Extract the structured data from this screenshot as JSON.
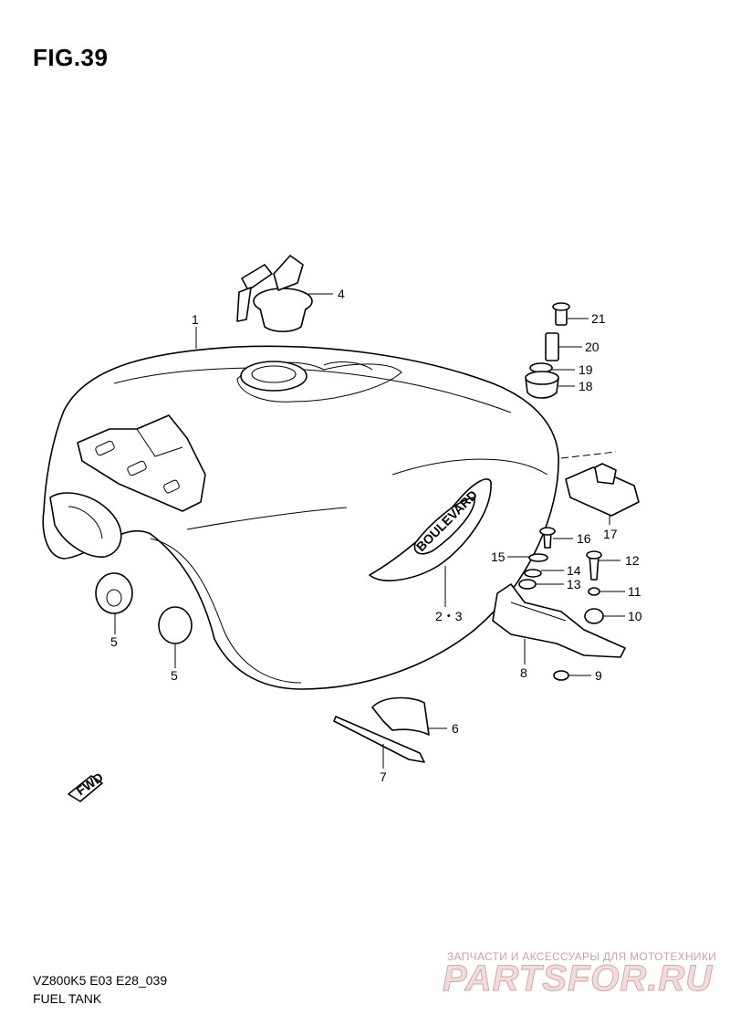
{
  "figure": {
    "title": "FIG.39",
    "code": "VZ800K5 E03 E28_039",
    "caption": "FUEL TANK"
  },
  "tank_emblem": "BOULEVARD",
  "fwd_label": "FWD",
  "callouts": [
    {
      "label": "1"
    },
    {
      "label": "2・3"
    },
    {
      "label": "4"
    },
    {
      "label": "5"
    },
    {
      "label": "5"
    },
    {
      "label": "6"
    },
    {
      "label": "7"
    },
    {
      "label": "8"
    },
    {
      "label": "9"
    },
    {
      "label": "10"
    },
    {
      "label": "11"
    },
    {
      "label": "12"
    },
    {
      "label": "13"
    },
    {
      "label": "14"
    },
    {
      "label": "15"
    },
    {
      "label": "16"
    },
    {
      "label": "17"
    },
    {
      "label": "18"
    },
    {
      "label": "19"
    },
    {
      "label": "20"
    },
    {
      "label": "21"
    }
  ],
  "watermark": {
    "tagline": "ЗАПЧАСТИ И АКСЕССУАРЫ ДЛЯ МОТОТЕХНИКИ",
    "logo": "PARTSFOR.RU",
    "color": "#d6a6a6"
  }
}
